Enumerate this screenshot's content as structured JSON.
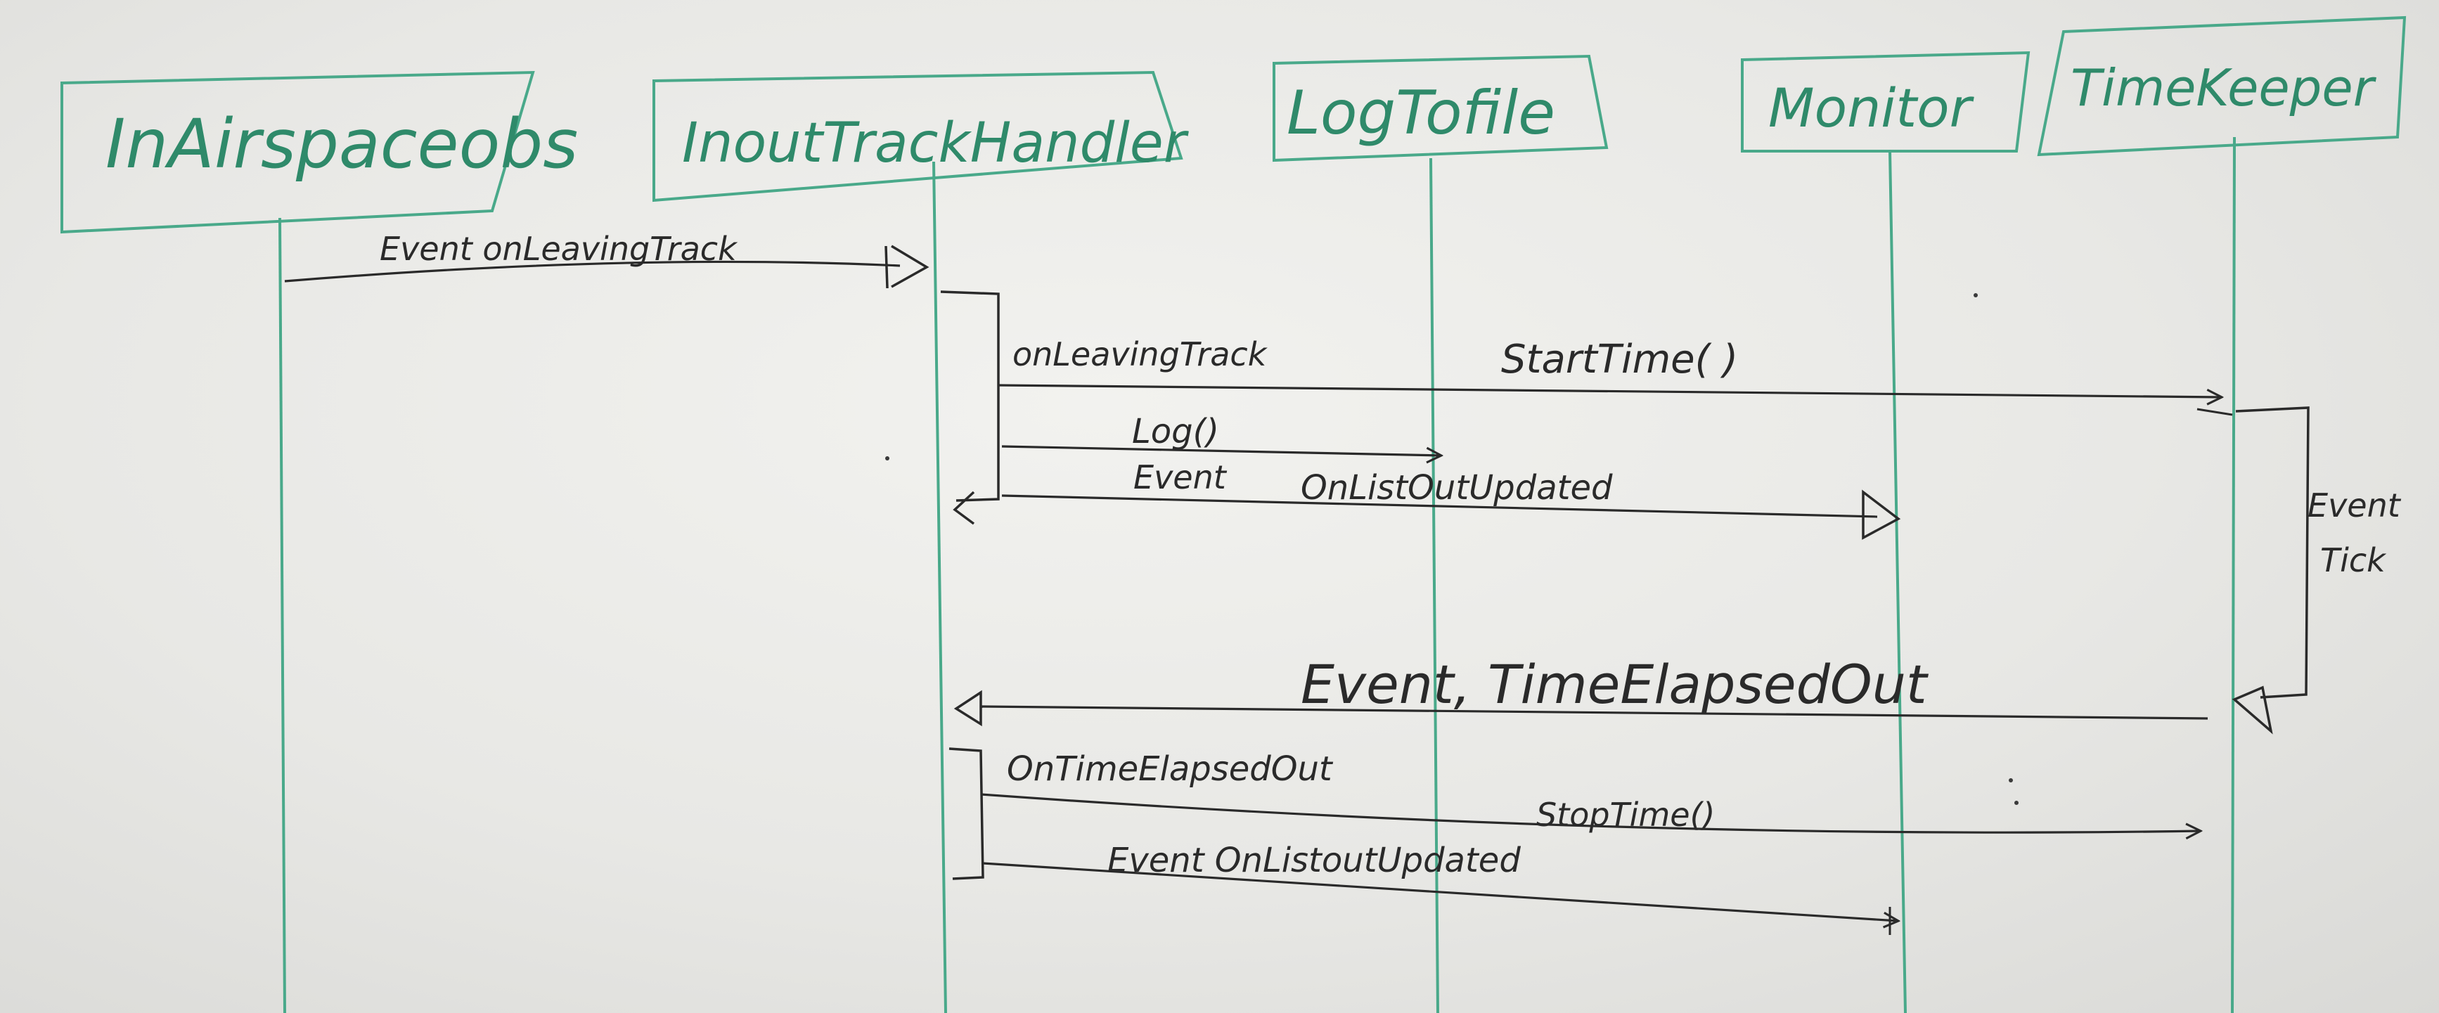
{
  "colors": {
    "marker_green": "#49a98a",
    "marker_black": "#2a2a2a",
    "board": "#ebebe8"
  },
  "participants": [
    {
      "id": "in_airspace",
      "label": "InAirspaceobs"
    },
    {
      "id": "inout_handler",
      "label": "InoutTrackHandler"
    },
    {
      "id": "log_to_file",
      "label": "LogTofile"
    },
    {
      "id": "monitor",
      "label": "Monitor"
    },
    {
      "id": "timekeeper",
      "label": "TimeKeeper"
    }
  ],
  "messages": [
    {
      "id": "m1",
      "label": "Event onLeavingTrack",
      "from": "in_airspace",
      "to": "inout_handler"
    },
    {
      "id": "m2",
      "label": "onLeavingTrack",
      "from": "inout_handler",
      "to": "timekeeper"
    },
    {
      "id": "m2b",
      "label": "StartTime( )",
      "from": "inout_handler",
      "to": "timekeeper"
    },
    {
      "id": "m3",
      "label": "Log()",
      "from": "inout_handler",
      "to": "log_to_file"
    },
    {
      "id": "m4",
      "label": "Event",
      "from": "inout_handler",
      "to": "monitor"
    },
    {
      "id": "m4b",
      "label": "OnListOutUpdated",
      "from": "inout_handler",
      "to": "monitor"
    },
    {
      "id": "m5",
      "label": "Event Tick",
      "from": "timekeeper",
      "to": "timekeeper"
    },
    {
      "id": "m6",
      "label": "Event, TimeElapsedOut",
      "from": "timekeeper",
      "to": "inout_handler"
    },
    {
      "id": "m7",
      "label": "OnTimeElapsedOut",
      "from": "inout_handler",
      "to": "inout_handler"
    },
    {
      "id": "m8",
      "label": "StopTime()",
      "from": "inout_handler",
      "to": "timekeeper"
    },
    {
      "id": "m9",
      "label": "Event OnListoutUpdated",
      "from": "inout_handler",
      "to": "monitor"
    }
  ]
}
